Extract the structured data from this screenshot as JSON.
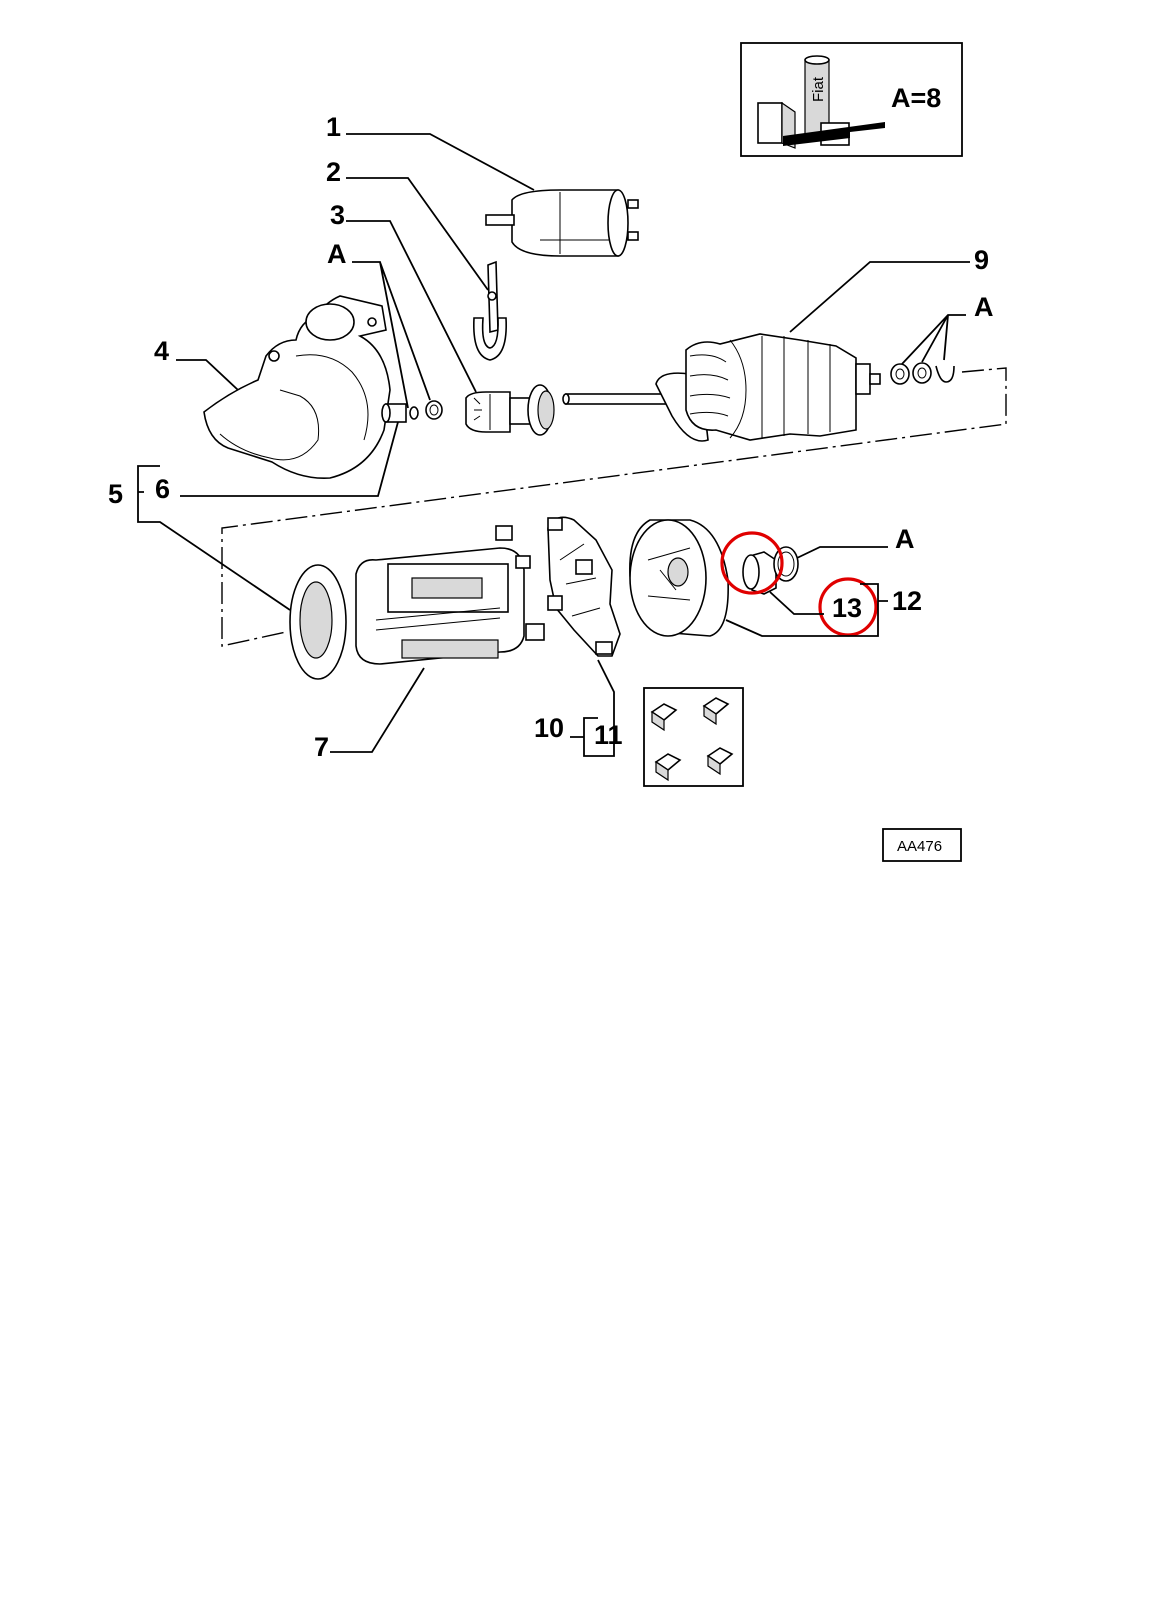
{
  "legend": {
    "quantity_text": "A=8",
    "fiat_label": "Fiat"
  },
  "callouts": {
    "c1": "1",
    "c2": "2",
    "c3": "3",
    "c4": "4",
    "c5": "5",
    "c6": "6",
    "c7": "7",
    "c9": "9",
    "c10": "10",
    "c11": "11",
    "c12": "12",
    "c13": "13",
    "a1": "A",
    "a2": "A",
    "a3": "A"
  },
  "drawing_code": "AA476",
  "colors": {
    "highlight": "#e00000",
    "line": "#000000",
    "fill": "#d9d9d9"
  }
}
